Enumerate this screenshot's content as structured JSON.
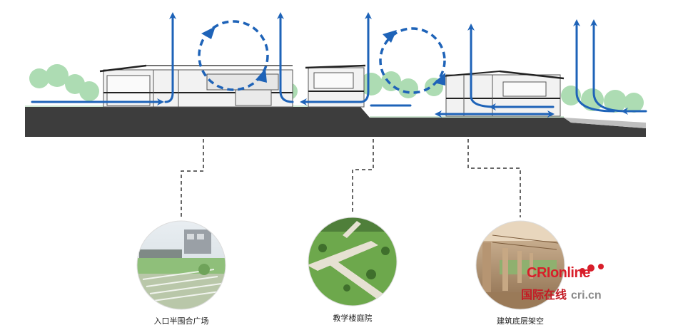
{
  "captions": {
    "entrance_plaza": "入口半围合广场",
    "courtyard": "教学楼庭院",
    "stilt_floor": "建筑底层架空"
  },
  "watermark": {
    "brand_top": "CRIonline",
    "brand_chinese": "国际在线",
    "brand_domain": "cri.cn"
  },
  "colors": {
    "airflow": "#1e63b8",
    "ground": "#3d3d3d",
    "tree": "#9fd6a6",
    "dashed_leader": "#333333",
    "logo_red": "#d81e2a"
  }
}
